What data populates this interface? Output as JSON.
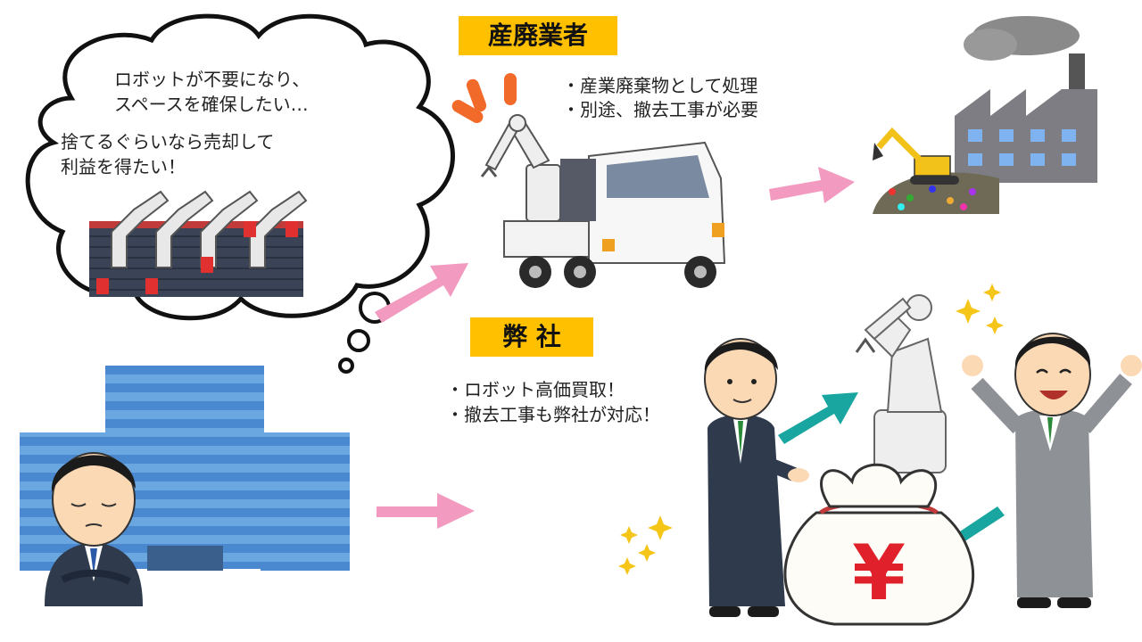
{
  "thought": {
    "line1": "ロボットが不要になり、",
    "line2": "スペースを確保したい…",
    "line3": "捨てるぐらいなら売却して",
    "line4": "利益を得たい！"
  },
  "disposal_company": {
    "label": "産廃業者",
    "bullet1": "・産業廃棄物として処理",
    "bullet2": "・別途、撤去工事が必要"
  },
  "our_company": {
    "label": "弊 社",
    "bullet1": "・ロボット高価買取！",
    "bullet2": "・撤去工事も弊社が対応！"
  },
  "money_bag": {
    "symbol": "¥"
  },
  "colors": {
    "label_bg": "#ffc000",
    "pink_arrow": "#f29ac0",
    "teal_arrow": "#1aa6a0",
    "building_blue": "#5b9bd5",
    "yen_red": "#e0202a",
    "sparkle": "#f5c518"
  }
}
